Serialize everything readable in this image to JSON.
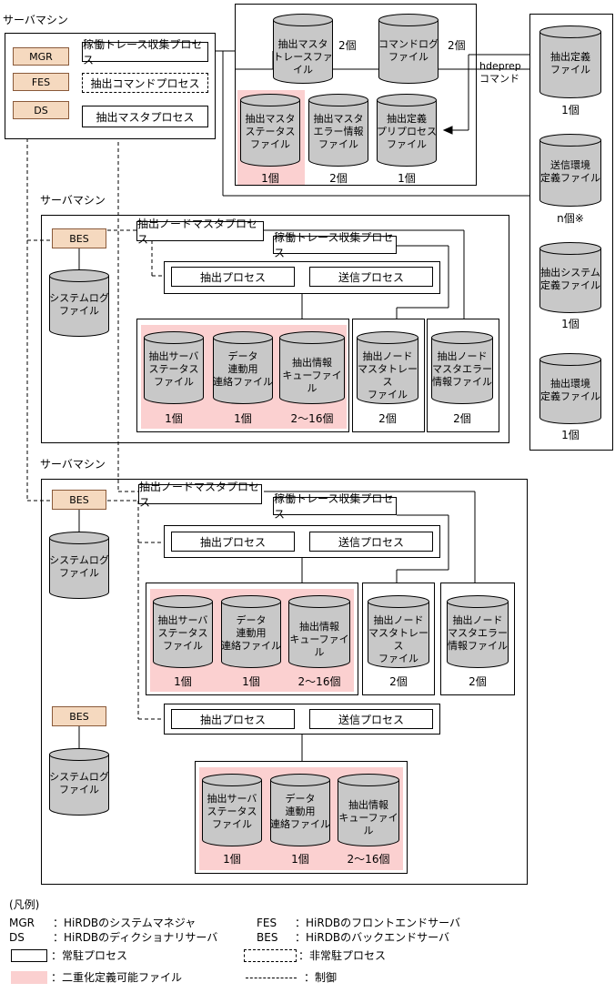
{
  "top": {
    "server_label": "サーバマシン",
    "servers": {
      "mgr": "MGR",
      "fes": "FES",
      "ds": "DS"
    },
    "proc_trace": "稼働トレース収集プロセス",
    "proc_cmd": "抽出コマンドプロセス",
    "proc_master": "抽出マスタプロセス"
  },
  "master_files": {
    "trace": "抽出マスタ\nトレースファイル",
    "trace_count": "2個",
    "cmdlog": "コマンドログ\nファイル",
    "cmdlog_count": "2個",
    "status": "抽出マスタ\nステータス\nファイル",
    "status_count": "1個",
    "error": "抽出マスタ\nエラー情報\nファイル",
    "error_count": "2個",
    "preproc": "抽出定義\nプリプロセス\nファイル",
    "preproc_count": "1個"
  },
  "hdeprep": "hdeprep\nコマンド",
  "def_files": {
    "extract_def": "抽出定義\nファイル",
    "extract_def_count": "1個",
    "send_env": "送信環境\n定義ファイル",
    "send_env_count": "n個※",
    "sys_def": "抽出システム\n定義ファイル",
    "sys_def_count": "1個",
    "env_def": "抽出環境\n定義ファイル",
    "env_def_count": "1個"
  },
  "node1": {
    "server_label": "サーバマシン",
    "bes": "BES",
    "syslog": "システムログ\nファイル",
    "node_master": "抽出ノードマスタプロセス",
    "trace_proc": "稼働トレース収集プロセス",
    "extract_proc": "抽出プロセス",
    "send_proc": "送信プロセス",
    "srv_status": "抽出サーバ\nステータス\nファイル",
    "srv_status_count": "1個",
    "data_link": "データ\n連動用\n連絡ファイル",
    "data_link_count": "1個",
    "queue": "抽出情報\nキューファイル",
    "queue_count": "2～16個",
    "node_trace": "抽出ノード\nマスタトレース\nファイル",
    "node_trace_count": "2個",
    "node_error": "抽出ノード\nマスタエラー\n情報ファイル",
    "node_error_count": "2個"
  },
  "node2": {
    "server_label": "サーバマシン",
    "bes1": "BES",
    "bes2": "BES",
    "syslog1": "システムログ\nファイル",
    "syslog2": "システムログ\nファイル",
    "node_master": "抽出ノードマスタプロセス",
    "trace_proc": "稼働トレース収集プロセス",
    "extract_proc": "抽出プロセス",
    "send_proc": "送信プロセス",
    "extract_proc2": "抽出プロセス",
    "send_proc2": "送信プロセス",
    "srv_status": "抽出サーバ\nステータス\nファイル",
    "srv_status_count": "1個",
    "data_link": "データ\n連動用\n連絡ファイル",
    "data_link_count": "1個",
    "queue": "抽出情報\nキューファイル",
    "queue_count": "2～16個",
    "node_trace": "抽出ノード\nマスタトレース\nファイル",
    "node_trace_count": "2個",
    "node_error": "抽出ノード\nマスタエラー\n情報ファイル",
    "node_error_count": "2個",
    "srv_status2": "抽出サーバ\nステータス\nファイル",
    "srv_status2_count": "1個",
    "data_link2": "データ\n連動用\n連絡ファイル",
    "data_link2_count": "1個",
    "queue2": "抽出情報\nキューファイル",
    "queue2_count": "2～16個"
  },
  "legend": {
    "title": "(凡例)",
    "mgr": "MGR",
    "mgr_desc": "：HiRDBのシステムマネジャ",
    "fes": "FES",
    "fes_desc": "：HiRDBのフロントエンドサーバ",
    "ds": "DS",
    "ds_desc": "：HiRDBのディクショナリサーバ",
    "bes": "BES",
    "bes_desc": "：HiRDBのバックエンドサーバ",
    "resident": "：常駐プロセス",
    "nonresident": "：非常駐プロセス",
    "duplex": "：二重化定義可能ファイル",
    "control": "：制御"
  },
  "colors": {
    "pink": "#fbd0d0",
    "server_box": "#f5d9bf",
    "cylinder": "#c8c8c8"
  }
}
